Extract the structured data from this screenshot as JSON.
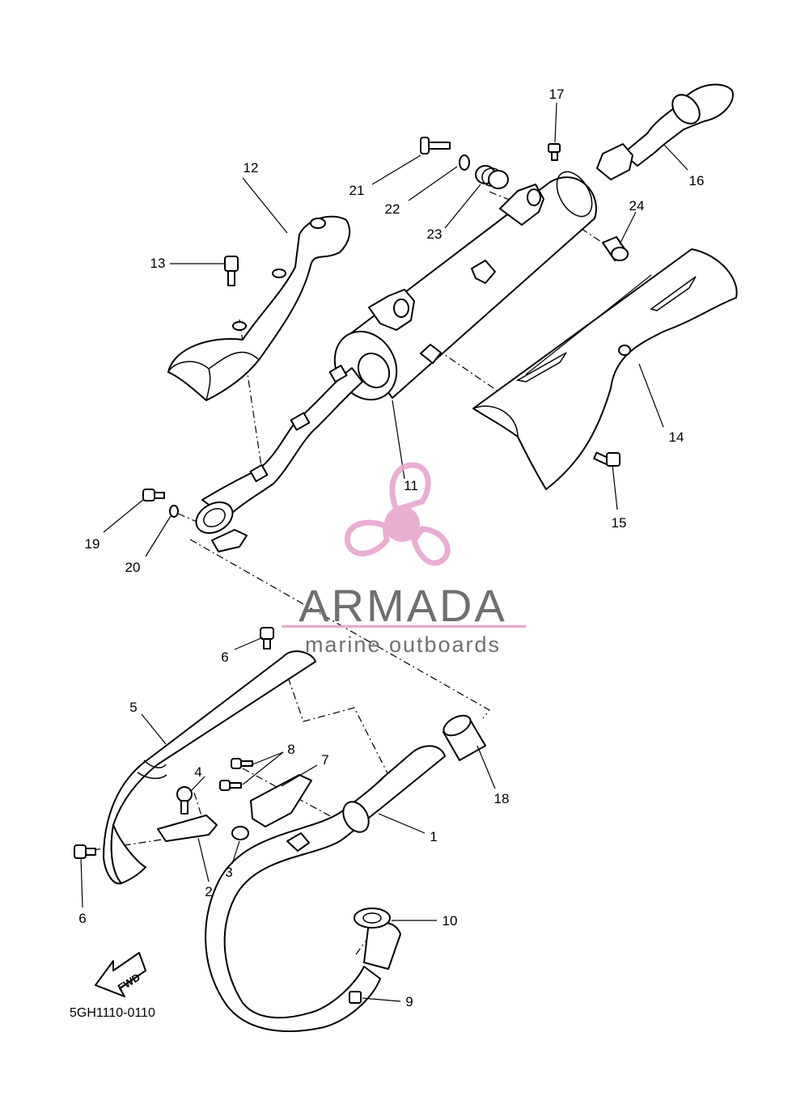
{
  "diagram": {
    "callouts": [
      "1",
      "2",
      "3",
      "4",
      "5",
      "6",
      "6",
      "7",
      "8",
      "9",
      "10",
      "11",
      "12",
      "13",
      "14",
      "15",
      "16",
      "17",
      "18",
      "19",
      "20",
      "21",
      "22",
      "23",
      "24"
    ],
    "code": "5GH1110-0110",
    "fwd_label": "FWD"
  },
  "watermark": {
    "brand": "ARMADA",
    "tagline": "marine outboards",
    "colors": {
      "logo": "#e8a6cf",
      "text": "#6f6f6f",
      "rule": "#e8a6cf"
    }
  }
}
